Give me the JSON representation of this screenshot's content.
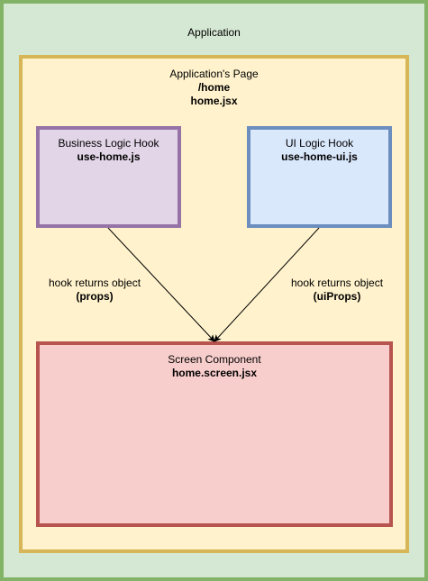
{
  "application": {
    "label": "Application"
  },
  "page": {
    "label": "Application's Page",
    "route": "/home",
    "file": "home.jsx"
  },
  "business_hook": {
    "label": "Business Logic Hook",
    "file": "use-home.js"
  },
  "ui_hook": {
    "label": "UI Logic Hook",
    "file": "use-home-ui.js"
  },
  "screen": {
    "label": "Screen Component",
    "file": "home.screen.jsx"
  },
  "edges": {
    "left": {
      "label": "hook returns object",
      "object": "(props)"
    },
    "right": {
      "label": "hook returns object",
      "object": "(uiProps)"
    }
  },
  "colors": {
    "application_fill": "#d5e8d4",
    "application_stroke": "#82b366",
    "page_fill": "#fff2cc",
    "page_stroke": "#d6b656",
    "business_fill": "#e1d5e7",
    "business_stroke": "#9673a6",
    "ui_fill": "#dae8fc",
    "ui_stroke": "#6c8ebf",
    "screen_fill": "#f8cecc",
    "screen_stroke": "#b85450"
  }
}
